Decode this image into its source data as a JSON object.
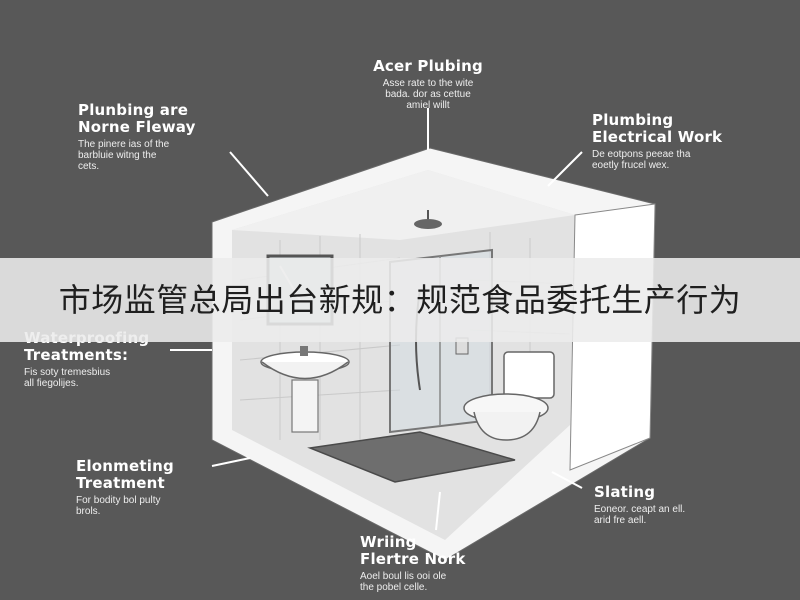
{
  "callouts": {
    "top_center": {
      "title": "Acer Plubing",
      "desc": [
        "Asse rate to the wite",
        "bada. dor as cettue",
        "amiel willt"
      ]
    },
    "top_left": {
      "title": [
        "Plunbing are",
        "Norne Fleway"
      ],
      "desc": [
        "The pinere ias of the",
        "barbluie witng the",
        "cets."
      ]
    },
    "top_right": {
      "title": [
        "Plumbing",
        "Electrical Work"
      ],
      "desc": [
        "De eotpons peeae tha",
        "eoetly frucel wex."
      ]
    },
    "mid_left": {
      "title": [
        "Waterproofing",
        "Treatments:"
      ],
      "desc": [
        "Fis soty tremesbius",
        "all fiegolijes."
      ]
    },
    "low_left": {
      "title": [
        "Elonmeting",
        "Treatment"
      ],
      "desc": [
        "For bodity bol pulty",
        "brols."
      ]
    },
    "low_right": {
      "title": "Slating",
      "desc": [
        "Eoneor. ceapt an ell.",
        "arid fre aell."
      ]
    },
    "bottom_center": {
      "title": [
        "Wriing",
        "Flertre Nork"
      ],
      "desc": [
        "Aoel boul lis ooi ole",
        "the pobel celle."
      ]
    }
  },
  "banner": {
    "text": "市场监管总局出台新规：规范食品委托生产行为"
  },
  "colors": {
    "background": "#585858",
    "banner": "#ececec",
    "text": "#ffffff"
  }
}
